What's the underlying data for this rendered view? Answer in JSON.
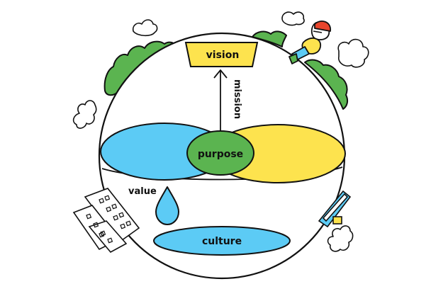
{
  "diagram": {
    "labels": {
      "vision": "vision",
      "mission": "mission",
      "purpose": "purpose",
      "value": "value",
      "culture": "culture"
    },
    "colors": {
      "blue": "#5ccbf5",
      "yellow": "#fde34e",
      "green": "#5bb450",
      "outline": "#111111",
      "background": "#ffffff"
    },
    "icons": [
      "water-drop-icon",
      "cloud-icon",
      "tree-icon",
      "building-icon",
      "person-icon",
      "up-arrow-icon"
    ]
  }
}
